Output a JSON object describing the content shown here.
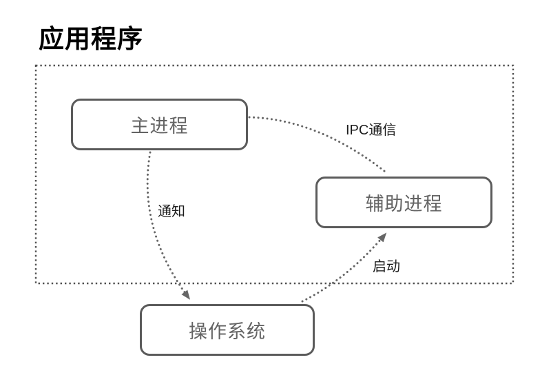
{
  "title": "应用程序",
  "nodes": [
    {
      "id": "main-process",
      "label": "主进程"
    },
    {
      "id": "helper-process",
      "label": "辅助进程"
    },
    {
      "id": "operating-system",
      "label": "操作系统"
    }
  ],
  "edges": [
    {
      "id": "ipc",
      "label": "IPC通信",
      "from": "main-process",
      "to": "helper-process",
      "style": "dotted",
      "arrow": "none"
    },
    {
      "id": "notify",
      "label": "通知",
      "from": "main-process",
      "to": "operating-system",
      "style": "dotted",
      "arrow": "end"
    },
    {
      "id": "launch",
      "label": "启动",
      "from": "operating-system",
      "to": "helper-process",
      "style": "dotted",
      "arrow": "end"
    }
  ],
  "container": {
    "name": "application-boundary",
    "represents": "应用程序"
  },
  "colors": {
    "title_text": "#000000",
    "node_border": "#5b5b5b",
    "node_text": "#636363",
    "edge_stroke": "#666666",
    "boundary_stroke": "#4f4f4f",
    "edge_label_text": "#1c1c1c",
    "background": "#ffffff"
  }
}
